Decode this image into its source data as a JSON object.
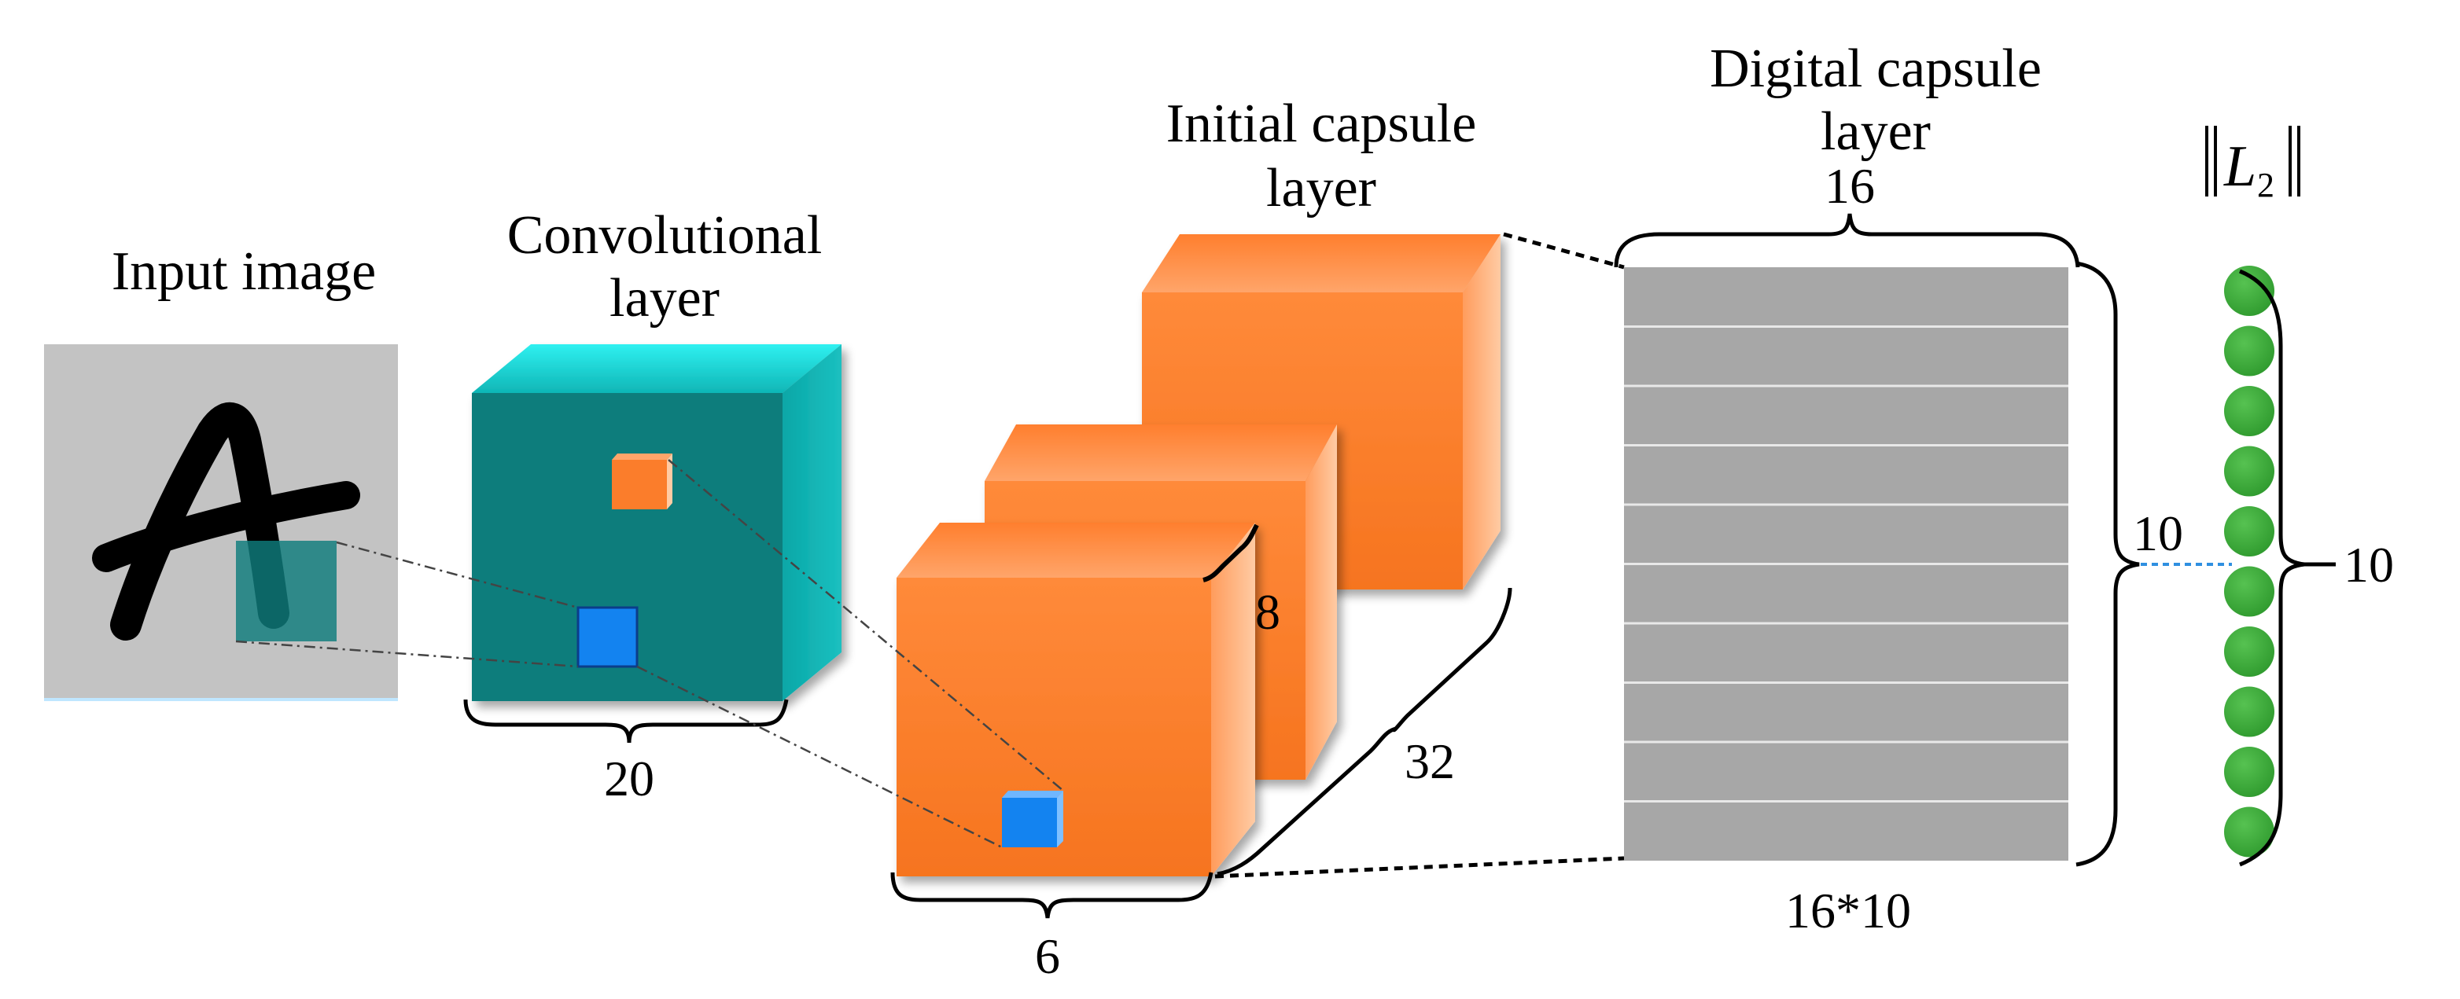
{
  "labels": {
    "input_image": "Input image",
    "conv_line1": "Convolutional",
    "conv_line2": "layer",
    "initcap_line1": "Initial capsule",
    "initcap_line2": "layer",
    "digcap_line1": "Digital capsule",
    "digcap_line2": "layer",
    "norm_symbol": "L",
    "norm_subscript": "2"
  },
  "dimensions": {
    "conv_width": "20",
    "primary_grid": "6",
    "primary_depth": "8",
    "primary_channels": "32",
    "digit_cols": "16",
    "digit_total": "16*10",
    "digit_rows": "10",
    "output_count": "10"
  },
  "input_glyph": "A",
  "digit_capsule_row_count": 10,
  "output_node_count": 10,
  "colors": {
    "teal_front": "#107d7c",
    "teal_top": "#18d0d0",
    "teal_side": "#0aa3a3",
    "orange_front": "#fb7d2b",
    "orange_top": "#ff9a5a",
    "orange_side": "#ffb27d",
    "blue": "#1383f0",
    "gray_panel": "#a7a7a7",
    "input_bg": "#c3c3c3",
    "green_node": "#3fab3c",
    "dashed_blue": "#2f8fe0"
  }
}
